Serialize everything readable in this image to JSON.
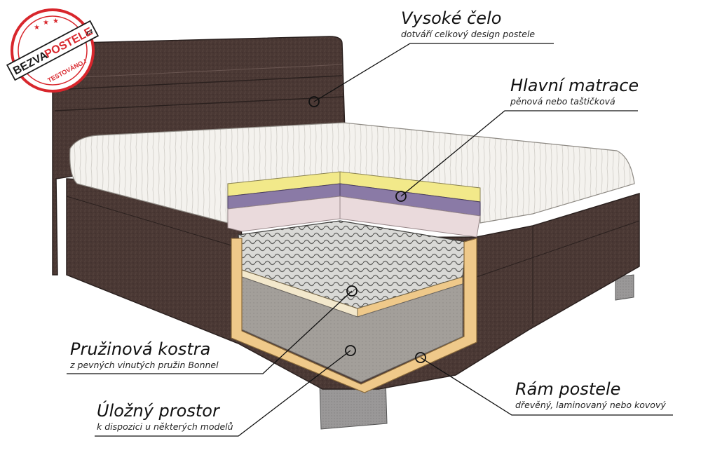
{
  "logo": {
    "brand_part1": "BEZVA",
    "brand_part2": "POSTELE",
    "brand_suffix": ".cz",
    "tagline": "TESTOVÁNO !",
    "accent_color": "#d8262c"
  },
  "callouts": {
    "headboard": {
      "title": "Vysoké čelo",
      "subtitle": "dotváří celkový design postele"
    },
    "mattress": {
      "title": "Hlavní matrace",
      "subtitle": "pěnová nebo taštičková"
    },
    "spring_frame": {
      "title": "Pružinová kostra",
      "subtitle": "z pevných vinutých pružin Bonnel"
    },
    "storage": {
      "title": "Úložný prostor",
      "subtitle": "k dispozici u některých modelů"
    },
    "bed_frame": {
      "title": "Rám postele",
      "subtitle": "dřevěný, laminovaný nebo kovový"
    }
  },
  "colors": {
    "fabric": "#4a3834",
    "fabric_dark": "#33302e",
    "mattress_white": "#f4f2ee",
    "foam_yellow": "#f2e98a",
    "foam_purple": "#8a7aa6",
    "foam_pink": "#eadadc",
    "wood": "#efc98a",
    "storage_floor": "#a39f9a",
    "leg": "#9a9898"
  }
}
